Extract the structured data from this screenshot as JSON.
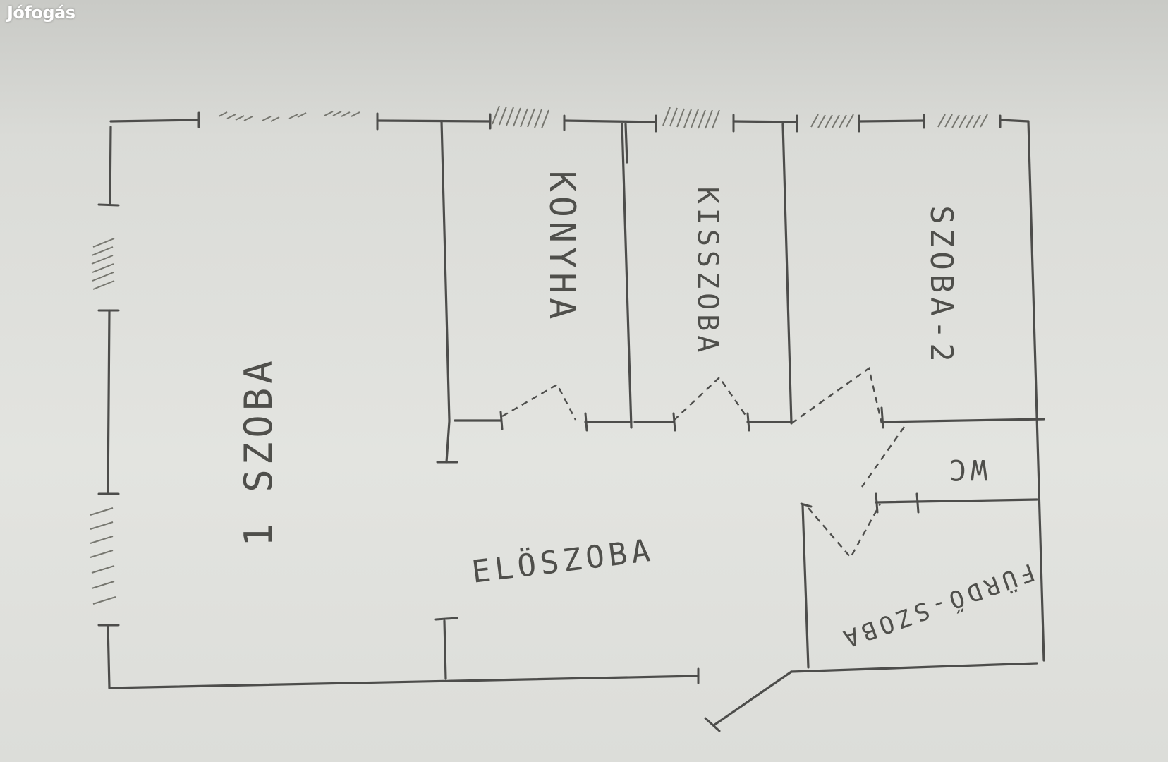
{
  "watermark": "Jófogás",
  "rooms": {
    "szoba_1": "1 SZOBA",
    "konyha": "KONYHA",
    "kisszoba": "KISSZOBA",
    "szoba_2": "SZOBA-2",
    "eloszoba": "ELÖSZOBA",
    "wc": "WC",
    "furdoszoba": "FÜRDŐ-SZOBA"
  }
}
